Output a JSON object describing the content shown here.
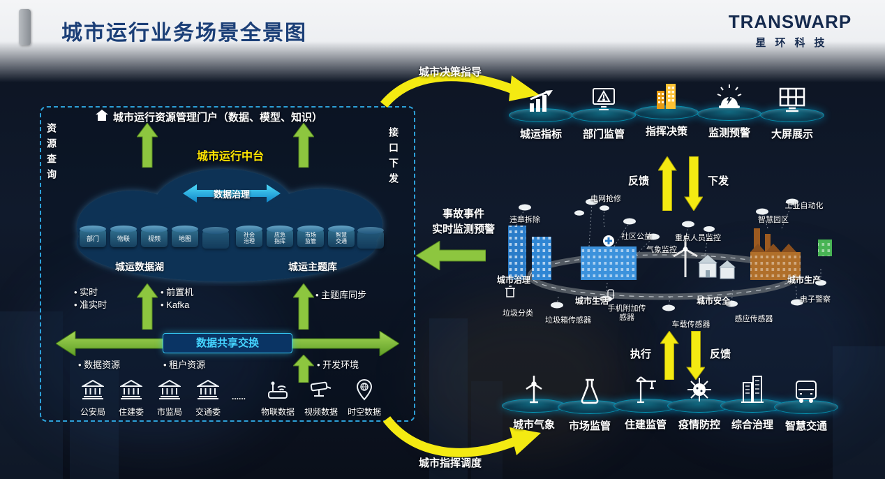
{
  "colors": {
    "title_navy": "#1b3f77",
    "accent_yellow": "#f4ea12",
    "accent_green": "#8dc63f",
    "accent_cyan": "#29abe2"
  },
  "slide": {
    "title": "城市运行业务场景全景图"
  },
  "brand": {
    "name": "TRANSWARP",
    "sub": "星环科技"
  },
  "left_panel": {
    "query_vertical": "资源查询",
    "interface_vertical": "接口下发",
    "portal_label": "城市运行资源管理门户（数据、模型、知识）",
    "platform_label": "城市运行中台",
    "governance_label": "数据治理",
    "lake": {
      "title": "城运数据湖",
      "dbs": [
        "部门",
        "物联",
        "视频",
        "地图"
      ]
    },
    "theme": {
      "title": "城运主题库",
      "dbs": [
        "社会治理",
        "应急指挥",
        "市场监管",
        "智慧交通"
      ]
    },
    "sync_bullets_a": [
      "实时",
      "准实时"
    ],
    "sync_bullets_b": [
      "前置机",
      "Kafka"
    ],
    "sync_bullets_c": [
      "主题库同步"
    ],
    "exchange_label": "数据共享交换",
    "env_bullets": [
      "数据资源",
      "租户资源",
      "开发环境"
    ],
    "sources": [
      {
        "label": "公安局"
      },
      {
        "label": "住建委"
      },
      {
        "label": "市监局"
      },
      {
        "label": "交通委"
      },
      {
        "label": "......"
      },
      {
        "label": "物联数据"
      },
      {
        "label": "视频数据"
      },
      {
        "label": "时空数据"
      }
    ]
  },
  "flows": {
    "decision_guidance": "城市决策指导",
    "command_dispatch": "城市指挥调度",
    "feedback_top": "反馈",
    "dispatch_top": "下发",
    "execute_bottom": "执行",
    "feedback_bottom": "反馈",
    "incident_line1": "事故事件",
    "incident_line2": "实时监测预警"
  },
  "top_row": [
    {
      "label": "城运指标"
    },
    {
      "label": "部门监管"
    },
    {
      "label": "指挥决策"
    },
    {
      "label": "监测预警"
    },
    {
      "label": "大屏展示"
    }
  ],
  "bottom_row": [
    {
      "label": "城市气象"
    },
    {
      "label": "市场监管"
    },
    {
      "label": "住建监管"
    },
    {
      "label": "疫情防控"
    },
    {
      "label": "综合治理"
    },
    {
      "label": "智慧交通"
    }
  ],
  "scene": {
    "labels": [
      {
        "text": "违章拆除"
      },
      {
        "text": "电网抢修"
      },
      {
        "text": "社区公益"
      },
      {
        "text": "气象监控"
      },
      {
        "text": "重点人员监控"
      },
      {
        "text": "智慧园区"
      },
      {
        "text": "工业自动化"
      },
      {
        "text": "城市治理"
      },
      {
        "text": "城市生活"
      },
      {
        "text": "垃圾分类"
      },
      {
        "text": "垃圾箱传感器"
      },
      {
        "text": "手机附加传感器"
      },
      {
        "text": "车载传感器"
      },
      {
        "text": "城市安全"
      },
      {
        "text": "感应传感器"
      },
      {
        "text": "城市生产"
      },
      {
        "text": "电子警察"
      }
    ]
  }
}
